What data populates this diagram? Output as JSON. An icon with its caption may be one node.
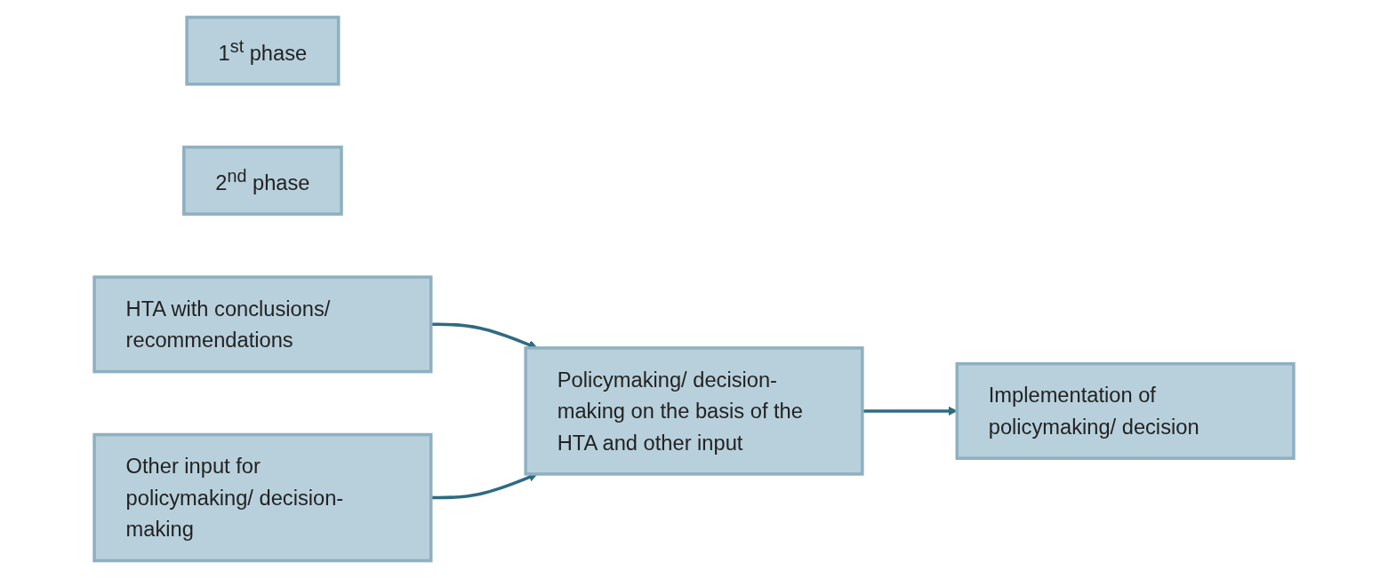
{
  "diagram": {
    "nodes": [
      {
        "text": [
          "1$^{st}$ phase"
        ]
      },
      {
        "text": [
          "2$^{nd}$ phase"
        ]
      },
      {
        "text": [
          "HTA with conclusions/ recommendations"
        ]
      },
      {
        "text": [
          "Policymaking/ decision-making on the basis of the HTA and other input"
        ]
      },
      {
        "text": [
          "Implementation of policymaking/ decision"
        ]
      },
      {
        "text": [
          "Other input for policymaking/ decision-making"
        ]
      }
    ],
    "edges": [
      {
        "from": 2,
        "to": 3,
        "arrow": "to"
      },
      {
        "from": 3,
        "to": 4,
        "arrow": "to"
      },
      {
        "from": 5,
        "to": 3,
        "arrow": "to"
      }
    ]
  }
}
